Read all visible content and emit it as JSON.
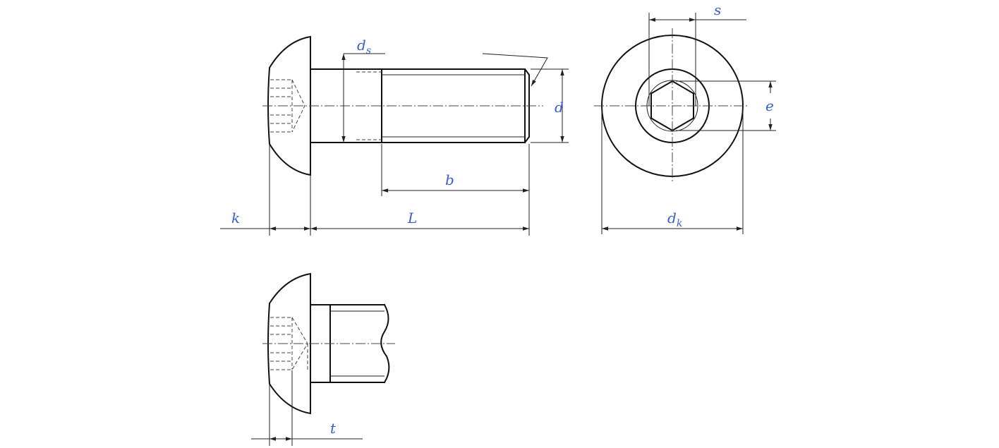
{
  "labels": {
    "ds": {
      "main": "d",
      "sub": "s"
    },
    "d": "d",
    "s": "s",
    "e": "e",
    "b": "b",
    "k": "k",
    "L": "L",
    "dk": {
      "main": "d",
      "sub": "k"
    },
    "t": "t"
  },
  "colors": {
    "label": "#3a5fcd",
    "line": "#111111"
  }
}
